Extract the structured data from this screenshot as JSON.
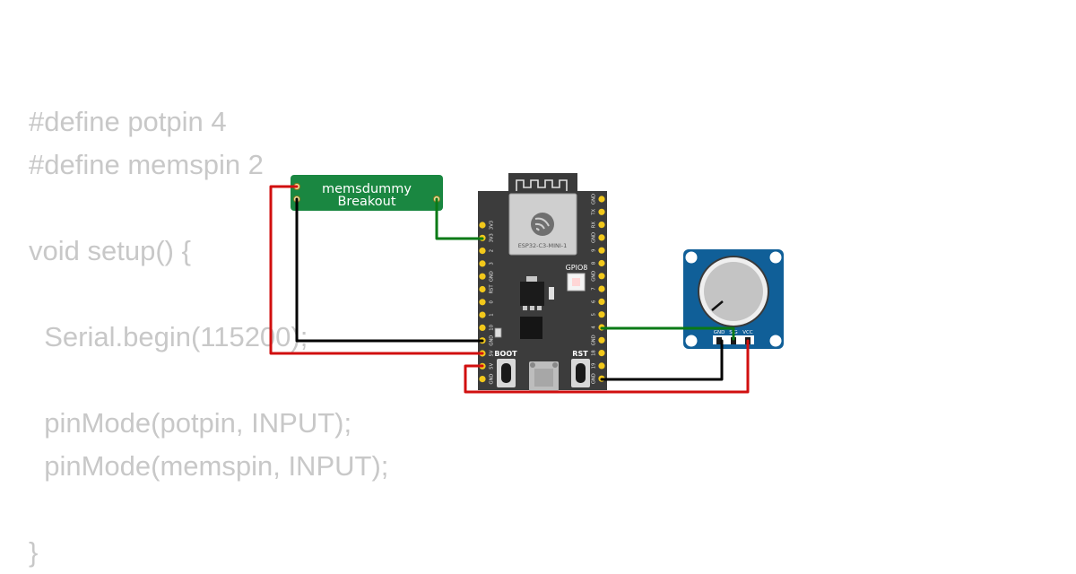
{
  "code_lines": [
    "#define potpin 4",
    "#define memspin 2",
    "",
    "void setup() {",
    "",
    "  Serial.begin(115200);",
    "",
    "  pinMode(potpin, INPUT);",
    "  pinMode(memspin, INPUT);",
    "",
    "}"
  ],
  "mems_breakout": {
    "line1": "memsdummy",
    "line2": "Breakout"
  },
  "esp32": {
    "module_label": "ESP32-C3-MINI-1",
    "gpio8_label": "GPIO8",
    "boot_label": "BOOT",
    "rst_label": "RST",
    "left_pins": [
      "3V3",
      "3V3",
      "2",
      "3",
      "GND",
      "RST",
      "0",
      "1",
      "10",
      "GND",
      "5V",
      "5V",
      "GND"
    ],
    "right_pins": [
      "GND",
      "TX",
      "RX",
      "GND",
      "9",
      "8",
      "GND",
      "7",
      "6",
      "5",
      "4",
      "GND",
      "18",
      "19",
      "GND"
    ]
  },
  "potentiometer": {
    "pin_gnd": "GND",
    "pin_sig": "SIG",
    "pin_vcc": "VCC"
  },
  "colors": {
    "code_text": "#c8c8c8",
    "wire_red": "#d10f0f",
    "wire_black": "#000000",
    "wire_green": "#0a7a16",
    "pcb_green": "#1a8741",
    "pcb_dark": "#3c3c3c",
    "pin_gold": "#f2c81b",
    "pot_blue": "#105f98"
  }
}
